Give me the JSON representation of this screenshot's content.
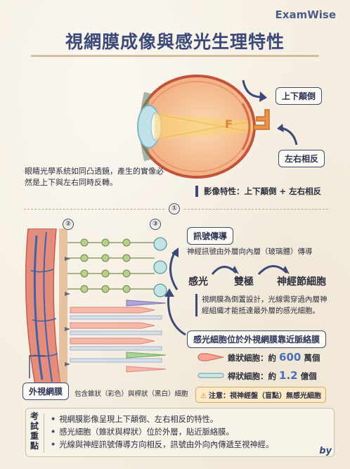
{
  "brand": "ExamWise",
  "title": "視網膜成像與感光生理特性",
  "eye_section": {
    "tag_upside_down": "上下顛倒",
    "tag_left_right": "左右相反",
    "letter": "F",
    "lens_note": "眼睛光學系統如同凸透鏡，產生的實像必然是上下與左右同時反轉。",
    "image_property": "影像特性：上下顛倒 + 左右相反"
  },
  "markers": {
    "one": "①",
    "two": "②",
    "three": "③"
  },
  "signal_section": {
    "tag_signal": "訊號傳導",
    "signal_desc": "神經訊號由外層向內層（玻璃體）傳導",
    "flow": [
      "感光",
      "雙極",
      "神經節細胞"
    ],
    "inverted_note": "視網膜為倒置設計，光線需穿過內層神經組織才能抵達最外層的感光細胞。",
    "tag_photoreceptor": "感光細胞位於外視網膜靠近脈絡膜",
    "cone_label": "錐狀細胞：約",
    "cone_count": "600",
    "cone_unit": "萬個",
    "rod_label": "桿狀細胞：約",
    "rod_count": "1.2",
    "rod_unit": "億個",
    "outer_retina_tag": "外視網膜",
    "caption": "包含錐狀（彩色）與桿狀（黑白）細胞",
    "warning": "注意：視神經盤（盲點）無感光細胞",
    "warning_icon": "⚠"
  },
  "key_points": {
    "label": "考試重點",
    "items": [
      "視網膜影像呈現上下顛倒、左右相反的特性。",
      "感光細胞（錐狀與桿狀）位於外層，貼近脈絡膜。",
      "光線與神經訊號傳導方向相反，訊號由外向內傳遞至視神經。"
    ]
  },
  "signature": "by"
}
